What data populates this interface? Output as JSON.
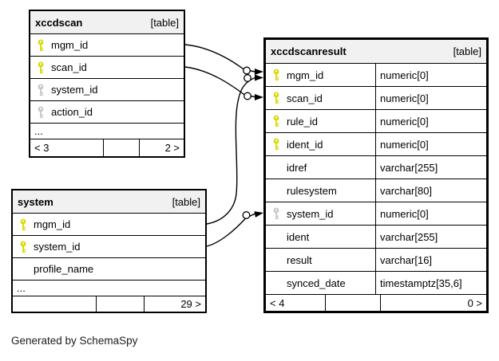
{
  "credit": "Generated by SchemaSpy",
  "colors": {
    "pk_key": "#d9d900",
    "fk_key": "#c6c6c6",
    "header_bg": "#f1f1f1",
    "border": "#000000"
  },
  "tables": {
    "xccdscan": {
      "name": "xccdscan",
      "badge": "[table]",
      "columns": [
        {
          "name": "mgm_id",
          "key": "pk"
        },
        {
          "name": "scan_id",
          "key": "pk"
        },
        {
          "name": "system_id",
          "key": "fk"
        },
        {
          "name": "action_id",
          "key": "fk"
        }
      ],
      "ellipsis": "...",
      "footer": {
        "left": "< 3",
        "mid": "",
        "right": "2 >"
      }
    },
    "system": {
      "name": "system",
      "badge": "[table]",
      "columns": [
        {
          "name": "mgm_id",
          "key": "pk"
        },
        {
          "name": "system_id",
          "key": "pk"
        },
        {
          "name": "profile_name",
          "key": "none"
        }
      ],
      "ellipsis": "...",
      "footer": {
        "left": "",
        "mid": "",
        "right": "29 >"
      }
    },
    "xccdscanresult": {
      "name": "xccdscanresult",
      "badge": "[table]",
      "columns": [
        {
          "name": "mgm_id",
          "type": "numeric[0]",
          "key": "pk"
        },
        {
          "name": "scan_id",
          "type": "numeric[0]",
          "key": "pk"
        },
        {
          "name": "rule_id",
          "type": "numeric[0]",
          "key": "pk"
        },
        {
          "name": "ident_id",
          "type": "numeric[0]",
          "key": "pk"
        },
        {
          "name": "idref",
          "type": "varchar[255]",
          "key": "none"
        },
        {
          "name": "rulesystem",
          "type": "varchar[80]",
          "key": "none"
        },
        {
          "name": "system_id",
          "type": "numeric[0]",
          "key": "fk"
        },
        {
          "name": "ident",
          "type": "varchar[255]",
          "key": "none"
        },
        {
          "name": "result",
          "type": "varchar[16]",
          "key": "none"
        },
        {
          "name": "synced_date",
          "type": "timestamptz[35,6]",
          "key": "none"
        }
      ],
      "footer": {
        "left": "< 4",
        "mid": "",
        "right": "0 >"
      }
    }
  },
  "relationships": [
    {
      "from": "xccdscan.mgm_id",
      "to": "xccdscanresult.mgm_id"
    },
    {
      "from": "xccdscan.scan_id",
      "to": "xccdscanresult.scan_id"
    },
    {
      "from": "system.mgm_id",
      "to": "xccdscanresult.mgm_id"
    },
    {
      "from": "system.system_id",
      "to": "xccdscanresult.system_id"
    }
  ]
}
